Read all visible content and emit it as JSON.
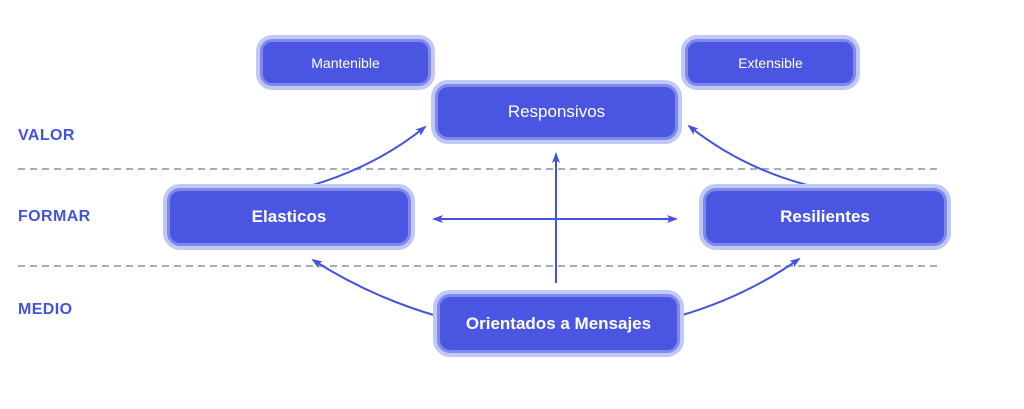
{
  "diagram": {
    "colors": {
      "node_fill": "#4a56e1",
      "node_ring_mid": "#7e89ec",
      "node_ring_outer": "#c2c8f6",
      "node_text": "#ffffff",
      "row_label": "#4352e0",
      "arrow": "#4353e0",
      "dashed_line": "#a8adc4",
      "background": "#ffffff"
    },
    "row_labels": [
      {
        "id": "valor",
        "label": "VALOR"
      },
      {
        "id": "formar",
        "label": "FORMAR"
      },
      {
        "id": "medio",
        "label": "MEDIO"
      }
    ],
    "nodes": [
      {
        "id": "mantenible",
        "label": "Mantenible"
      },
      {
        "id": "extensible",
        "label": "Extensible"
      },
      {
        "id": "responsivos",
        "label": "Responsivos"
      },
      {
        "id": "elasticos",
        "label": "Elasticos"
      },
      {
        "id": "resilientes",
        "label": "Resilientes"
      },
      {
        "id": "orientados-a-mensajes",
        "label": "Orientados a Mensajes"
      }
    ],
    "edges": [
      {
        "from": "elasticos",
        "to": "responsivos",
        "style": "curved",
        "bidirectional": false
      },
      {
        "from": "resilientes",
        "to": "responsivos",
        "style": "curved",
        "bidirectional": false
      },
      {
        "from": "orientados-a-mensajes",
        "to": "responsivos",
        "style": "straight",
        "bidirectional": false
      },
      {
        "from": "orientados-a-mensajes",
        "to": "elasticos",
        "style": "curved",
        "bidirectional": false
      },
      {
        "from": "orientados-a-mensajes",
        "to": "resilientes",
        "style": "curved",
        "bidirectional": false
      },
      {
        "from": "elasticos",
        "to": "resilientes",
        "style": "straight",
        "bidirectional": true
      }
    ]
  }
}
